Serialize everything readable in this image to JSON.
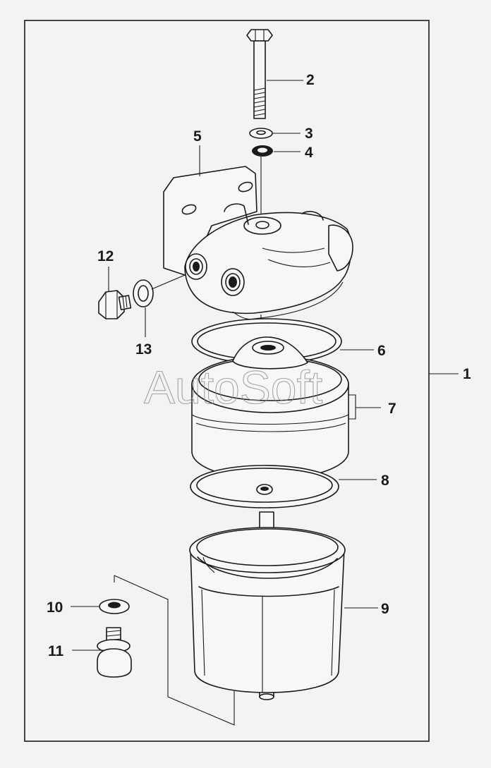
{
  "watermark": "AutoSoft",
  "callouts": [
    {
      "id": "1",
      "label": "1"
    },
    {
      "id": "2",
      "label": "2"
    },
    {
      "id": "3",
      "label": "3"
    },
    {
      "id": "4",
      "label": "4"
    },
    {
      "id": "5",
      "label": "5"
    },
    {
      "id": "6",
      "label": "6"
    },
    {
      "id": "7",
      "label": "7"
    },
    {
      "id": "8",
      "label": "8"
    },
    {
      "id": "9",
      "label": "9"
    },
    {
      "id": "10",
      "label": "10"
    },
    {
      "id": "11",
      "label": "11"
    },
    {
      "id": "12",
      "label": "12"
    },
    {
      "id": "13",
      "label": "13"
    }
  ],
  "colors": {
    "background": "#f3f3f3",
    "ink": "#1a1a1a",
    "watermark": "#8a8a8a"
  }
}
